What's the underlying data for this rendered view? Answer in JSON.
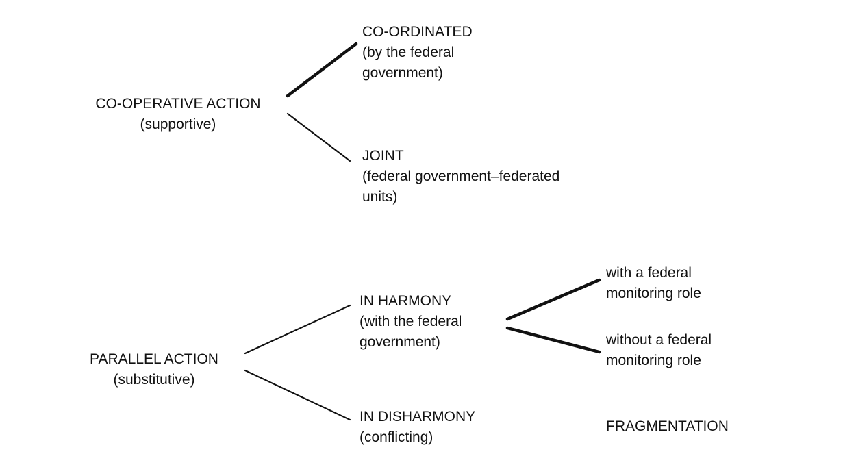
{
  "nodes": {
    "cooperative_action": {
      "title": "CO-OPERATIVE ACTION",
      "sub": "(supportive)"
    },
    "coordinated": {
      "title": "CO-ORDINATED",
      "sub1": "(by the federal",
      "sub2": "government)"
    },
    "joint": {
      "title": "JOINT",
      "sub1": "(federal government–federated",
      "sub2": "units)"
    },
    "parallel_action": {
      "title": "PARALLEL ACTION",
      "sub": "(substitutive)"
    },
    "in_harmony": {
      "title": "IN HARMONY",
      "sub1": "(with the federal",
      "sub2": "government)"
    },
    "in_disharmony": {
      "title": "IN DISHARMONY",
      "sub": "(conflicting)"
    },
    "with_monitoring": {
      "line1": "with a federal",
      "line2": "monitoring role"
    },
    "without_monitoring": {
      "line1": "without a federal",
      "line2": "monitoring role"
    },
    "fragmentation": {
      "title": "FRAGMENTATION"
    }
  },
  "colors": {
    "line": "#111111",
    "text": "#111111",
    "background": "#ffffff"
  }
}
